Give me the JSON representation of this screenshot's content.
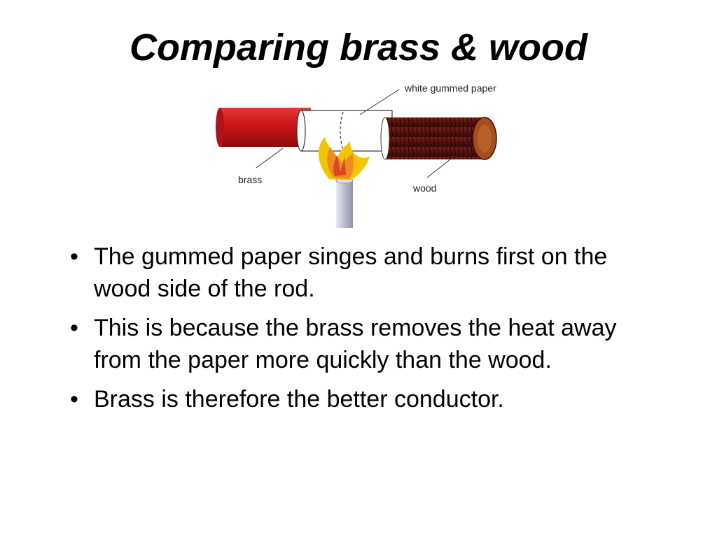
{
  "slide": {
    "title": "Comparing brass & wood",
    "figure": {
      "labels": {
        "paper": "white gummed paper",
        "brass": "brass",
        "wood": "wood"
      },
      "colors": {
        "brass": "#c8141c",
        "wood": "#5a1410",
        "paper": "#ffffff",
        "flame": "#f5c400",
        "burner": "#c9ccd8"
      }
    },
    "bullet_glyph": "•",
    "bullets": [
      "The gummed paper singes and burns first on the wood side of the rod.",
      "This is because the brass removes the heat away from the paper more quickly than the wood.",
      "Brass is therefore the better conductor."
    ]
  }
}
